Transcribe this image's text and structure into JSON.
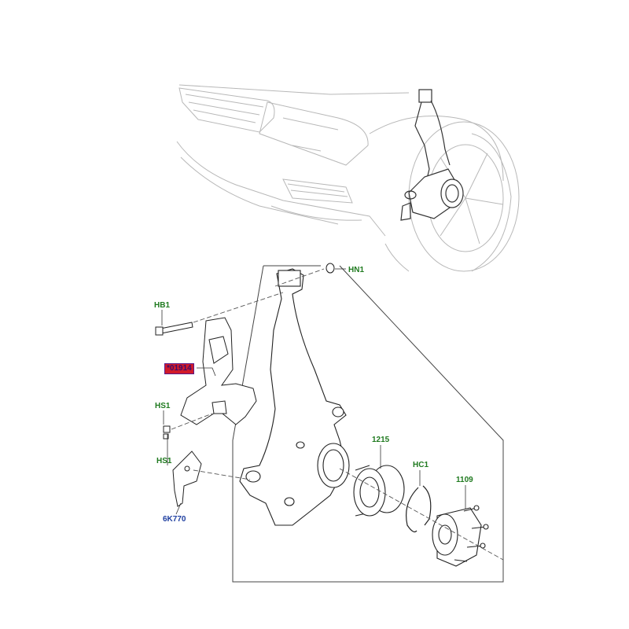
{
  "diagram": {
    "callouts": [
      {
        "id": "HN1",
        "label": "HN1"
      },
      {
        "id": "HB1",
        "label": "HB1"
      },
      {
        "id": "highlighted",
        "label": "*01914"
      },
      {
        "id": "HS1a",
        "label": "HS1"
      },
      {
        "id": "HS1b",
        "label": "HS1"
      },
      {
        "id": "6K770",
        "label": "6K770"
      },
      {
        "id": "1215",
        "label": "1215"
      },
      {
        "id": "HC1",
        "label": "HC1"
      },
      {
        "id": "1109",
        "label": "1109"
      }
    ],
    "colors": {
      "line": "#9a9a9a",
      "part_line": "#222222",
      "callout_green": "#1f7a1f",
      "callout_blue": "#1f3fa0",
      "highlight_fill": "#d11a2a"
    }
  }
}
